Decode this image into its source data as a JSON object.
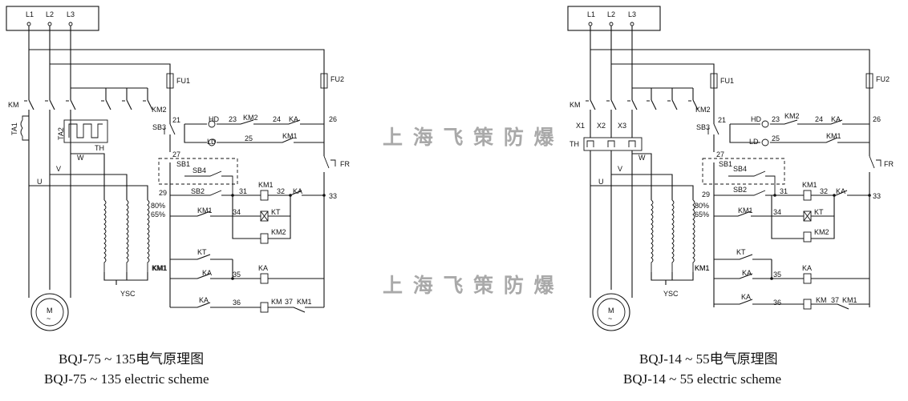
{
  "watermark": {
    "line1": "上 海 飞 策 防 爆",
    "line2": "上 海 飞 策 防 爆"
  },
  "left": {
    "caption_cn": "BQJ-75 ~ 135电气原理图",
    "caption_en": "BQJ-75 ~ 135 electric  scheme",
    "supply": [
      "L1",
      "L2",
      "L3"
    ],
    "motor": "M",
    "main_contactor": "KM",
    "ta1": "TA1",
    "ta2": "TA2",
    "th": "TH",
    "phases": {
      "w": "W",
      "v": "V",
      "u": "U"
    },
    "km2": "KM2",
    "taps": [
      "80%",
      "65%"
    ],
    "km1_bottom": "KM1",
    "ysc": "YSC",
    "fu1": "FU1",
    "fu2": "FU2",
    "fr": "FR",
    "sb3": "SB3",
    "sb1": "SB1",
    "sb4": "SB4",
    "sb2": "SB2",
    "hd": "HD",
    "ld": "LD",
    "nodes": {
      "n21": "21",
      "n23": "23",
      "n24": "24",
      "n25": "25",
      "n26": "26",
      "n27": "27",
      "n29": "29",
      "n31": "31",
      "n32": "32",
      "n33": "33",
      "n34": "34",
      "n35": "35",
      "n36": "36",
      "n37": "37"
    },
    "ctrl": {
      "km2_row1": "KM2",
      "ka_row1": "KA",
      "km1_row2": "KM1",
      "km1_coil": "KM1",
      "ka_row3": "KA",
      "km1_row4": "KM1",
      "kt": "KT",
      "km2_coil": "KM2",
      "kt_row6": "KT",
      "km1_row6": "KM1",
      "ka_row7": "KA",
      "ka_coil": "KA",
      "ka_row8": "KA",
      "km_coil": "KM",
      "km1_row8": "KM1"
    }
  },
  "right": {
    "caption_cn": "BQJ-14 ~ 55电气原理图",
    "caption_en": "BQJ-14 ~ 55 electric   scheme",
    "supply": [
      "L1",
      "L2",
      "L3"
    ],
    "motor": "M",
    "main_contactor": "KM",
    "x": [
      "X1",
      "X2",
      "X3"
    ],
    "th": "TH",
    "phases": {
      "w": "W",
      "v": "V",
      "u": "U"
    },
    "km2": "KM2",
    "taps": [
      "80%",
      "65%"
    ],
    "km1_bottom": "KM1",
    "ysc": "YSC",
    "fu1": "FU1",
    "fu2": "FU2",
    "fr": "FR",
    "sb3": "SB3",
    "sb1": "SB1",
    "sb4": "SB4",
    "sb2": "SB2",
    "hd": "HD",
    "ld": "LD",
    "nodes": {
      "n21": "21",
      "n23": "23",
      "n24": "24",
      "n25": "25",
      "n26": "26",
      "n27": "27",
      "n29": "29",
      "n31": "31",
      "n32": "32",
      "n33": "33",
      "n34": "34",
      "n35": "35",
      "n36": "36",
      "n37": "37"
    },
    "ctrl": {
      "km2_row1": "KM2",
      "ka_row1": "KA",
      "km1_row2": "KM1",
      "km1_coil": "KM1",
      "ka_row3": "KA",
      "km1_row4": "KM1",
      "kt": "KT",
      "km2_coil": "KM2",
      "kt_row6": "KT",
      "km1_row6": "KM1",
      "ka_row7": "KA",
      "ka_coil": "KA",
      "ka_row8": "KA",
      "km_coil": "KM",
      "km1_row8": "KM1"
    }
  }
}
